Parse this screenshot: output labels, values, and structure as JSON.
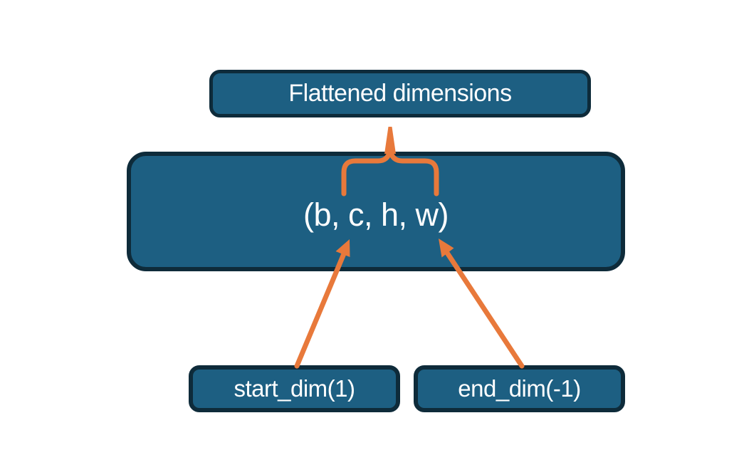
{
  "diagram": {
    "title_box": {
      "label": "Flattened dimensions"
    },
    "main_box": {
      "label": "(b, c, h, w)"
    },
    "start_box": {
      "label": "start_dim(1)"
    },
    "end_box": {
      "label": "end_dim(-1)"
    },
    "connectors": {
      "brace": "curly-brace-grouping-main-box-dims-to-title",
      "start_arrow": "arrow-from-start_dim-to-dim-b-position",
      "end_arrow": "arrow-from-end_dim-to-dim-w-position"
    }
  },
  "colors": {
    "background": "#ffffff",
    "box_fill": "#1d5f82",
    "box_border": "#0e2b3a",
    "accent_orange": "#e8793b",
    "text": "#ffffff"
  }
}
